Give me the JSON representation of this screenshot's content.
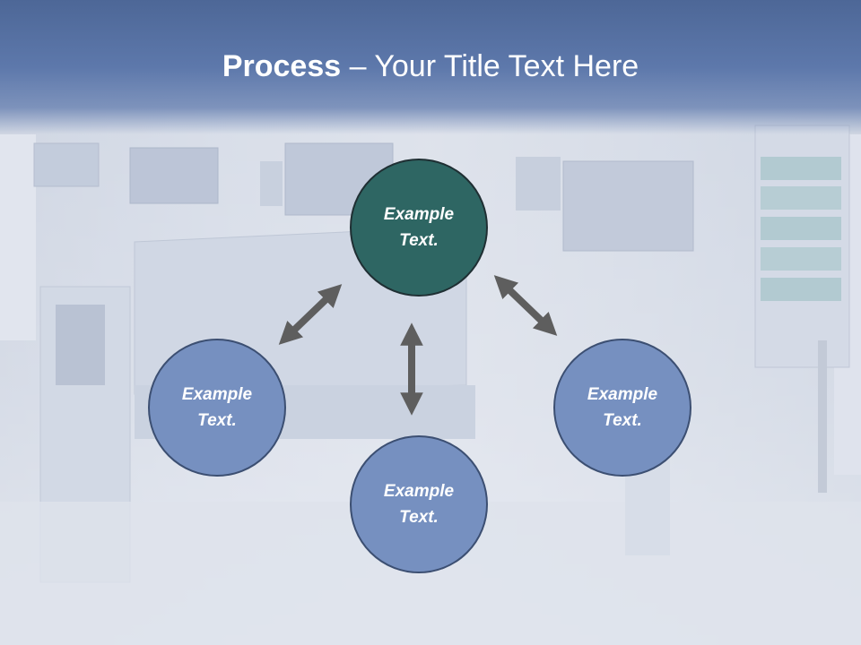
{
  "slide": {
    "title_bold": "Process",
    "title_rest": " – Your Title Text Here"
  },
  "diagram": {
    "center": {
      "line1": "Example",
      "line2": "Text."
    },
    "left": {
      "line1": "Example",
      "line2": "Text."
    },
    "right": {
      "line1": "Example",
      "line2": "Text."
    },
    "bottom": {
      "line1": "Example",
      "line2": "Text."
    }
  },
  "colors": {
    "title_band": "#5d78ab",
    "center_node": "#2e6663",
    "outer_node": "#7690c0",
    "arrow": "#5e5e5e"
  }
}
